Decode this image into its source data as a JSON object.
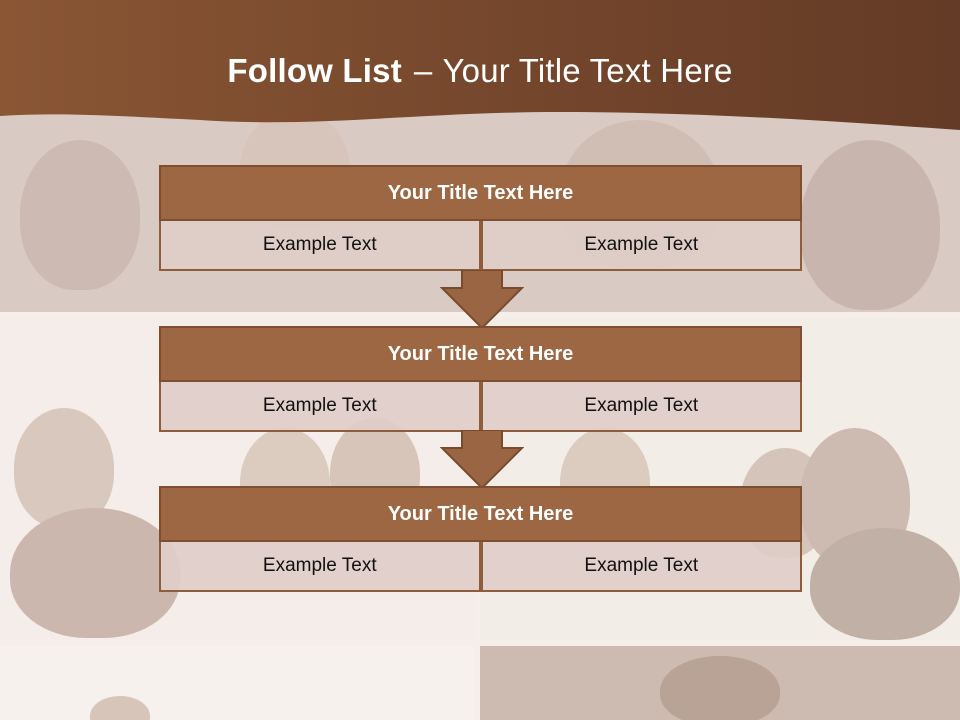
{
  "slide": {
    "title_bold": "Follow List",
    "title_sep": "–",
    "title_rest": "Your Title Text Here"
  },
  "flow": [
    {
      "title": "Your Title Text Here",
      "left": "Example Text",
      "right": "Example Text"
    },
    {
      "title": "Your Title Text Here",
      "left": "Example Text",
      "right": "Example Text"
    },
    {
      "title": "Your Title Text Here",
      "left": "Example Text",
      "right": "Example Text"
    }
  ],
  "colors": {
    "header": "#6b3f27",
    "block_title": "#9c6742",
    "cell": "#dfcdc8",
    "arrow": "#9a6542"
  }
}
